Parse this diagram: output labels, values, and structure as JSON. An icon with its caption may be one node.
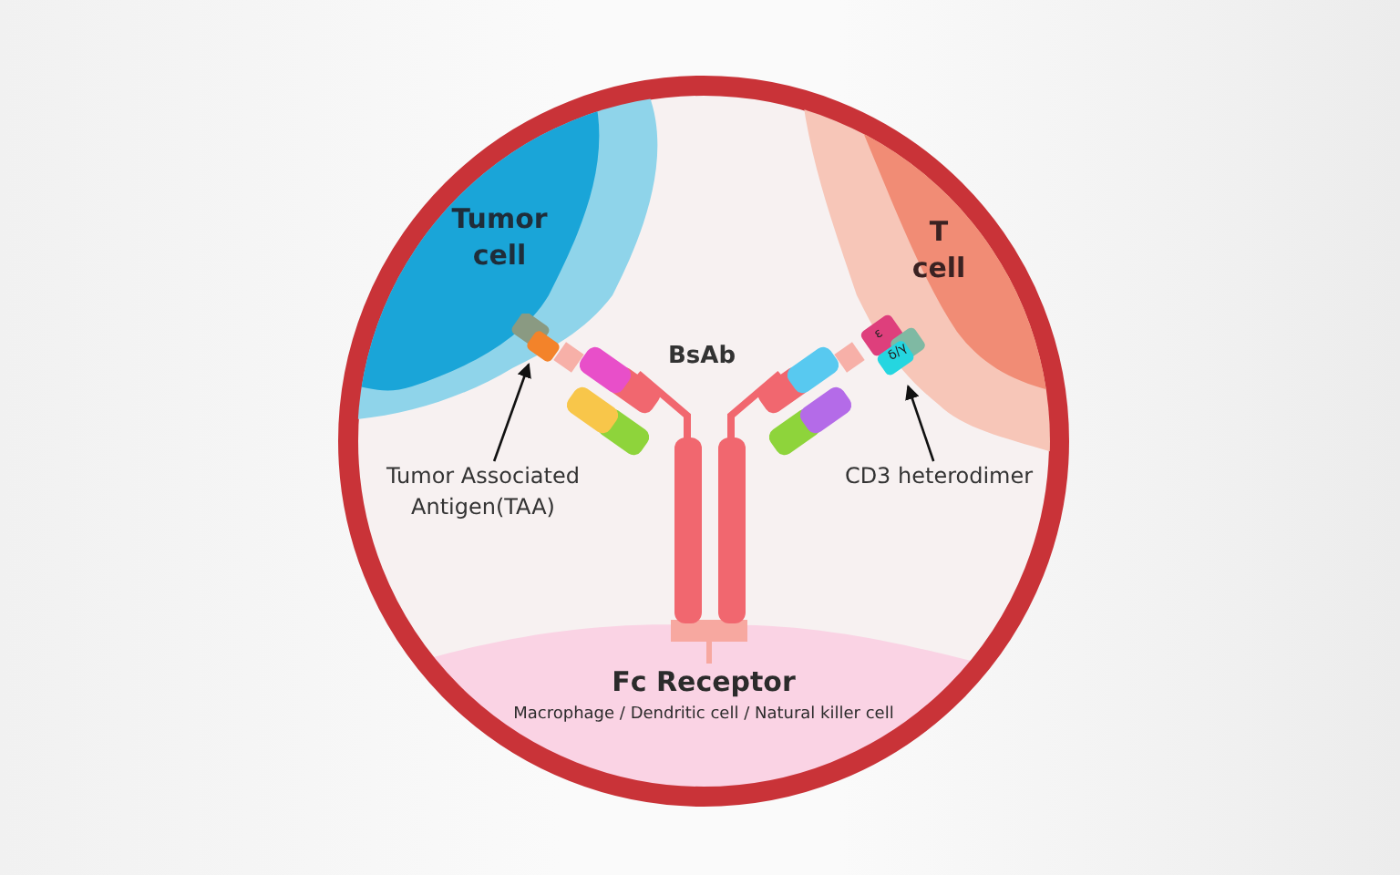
{
  "diagram": {
    "nodes": [
      {
        "text": [
          "Tumor cell"
        ]
      },
      {
        "text": [
          "T cell"
        ]
      },
      {
        "text": [
          "Fc Receptor",
          "Macrophage / Dendritic cell / Natural killer cell"
        ]
      },
      {
        "text": [
          "Tumor Associated Antigen(TAA)"
        ]
      },
      {
        "text": [],
        "shape": "box",
        "in": 0
      },
      {
        "text": [
          "CD3 heterodimer"
        ]
      },
      {
        "text": [
          "ε",
          "δ/γ"
        ],
        "in": 1
      }
    ],
    "edges": [
      {
        "from": 3,
        "to": 4,
        "arrow": "to"
      },
      {
        "from": 5,
        "to": 6,
        "arrow": "to"
      }
    ],
    "labels": [
      "BsAb"
    ]
  }
}
